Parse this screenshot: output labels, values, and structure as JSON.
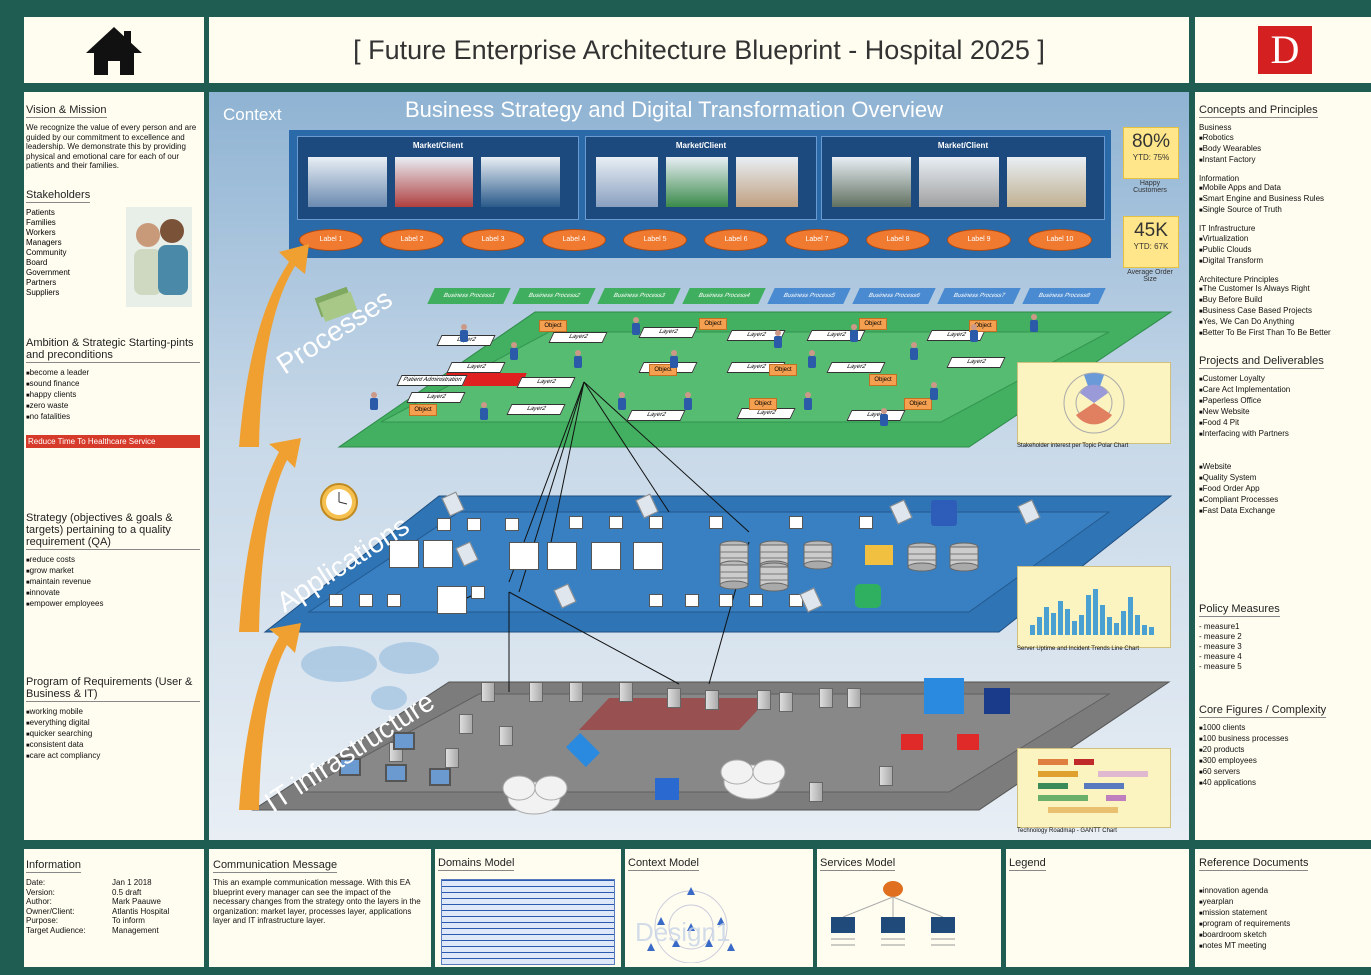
{
  "header": {
    "title": "[ Future Enterprise Architecture Blueprint - Hospital 2025 ]",
    "logo_letter": "D"
  },
  "left": {
    "vision_title": "Vision & Mission",
    "vision_text": "We recognize the value of every person and are guided by our commitment to excellence and leadership. We demonstrate this by providing physical and emotional care for each of our patients and their families.",
    "stakeholders_title": "Stakeholders",
    "stakeholders": [
      "Patients",
      "Families",
      "Workers",
      "Managers",
      "Community",
      "Board",
      "Government",
      "Partners",
      "Suppliers"
    ],
    "ambition_title": "Ambition & Strategic Starting-pints and preconditions",
    "ambition": [
      "become a leader",
      "sound finance",
      "happy clients",
      "zero waste",
      "no fatalities"
    ],
    "highlight": "Reduce Time To Healthcare Service",
    "strategy_title": "Strategy (objectives & goals & targets) pertaining to a quality requirement (QA)",
    "strategy": [
      "reduce costs",
      "grow market",
      "maintain revenue",
      "innovate",
      "empower employees"
    ],
    "program_title": "Program of Requirements (User & Business & IT)",
    "program": [
      "working mobile",
      "everything digital",
      "quicker searching",
      "consistent data",
      "care act compliancy"
    ]
  },
  "center": {
    "context_label": "Context",
    "title": "Business Strategy and Digital Transformation Overview",
    "market_label": "Market/Client",
    "labels": [
      "Label 1",
      "Label 2",
      "Label 3",
      "Label 4",
      "Label 5",
      "Label 6",
      "Label 7",
      "Label 8",
      "Label 9",
      "Label 10"
    ],
    "kpi1_value": "80%",
    "kpi1_ytd": "YTD: 75%",
    "kpi1_caption": "Happy Customers",
    "kpi2_value": "45K",
    "kpi2_ytd": "YTD: 67K",
    "kpi2_caption": "Average Order Size",
    "business_processes": [
      "Business Process1",
      "Business Process2",
      "Business Process3",
      "Business Process4",
      "Business Process5",
      "Business Process6",
      "Business Process7",
      "Business Process8"
    ],
    "layer_processes": "Processes",
    "layer_applications": "Applications",
    "layer_infrastructure": "IT infrastructure",
    "chart1_caption": "Stakeholder interest per Topic Polar Chart",
    "chart2_caption": "Server Uptime and Incident Trends Line Chart",
    "chart3_caption": "Technology Roadmap - GANTT Chart",
    "node_label": "Layer2",
    "object_label": "Object",
    "patient_label": "Patient Administration"
  },
  "right": {
    "concepts_title": "Concepts and Principles",
    "business_head": "Business",
    "business": [
      "Robotics",
      "Body Wearables",
      "Instant Factory"
    ],
    "information_head": "Information",
    "information": [
      "Mobile Apps and Data",
      "Smart Engine and Business Rules",
      "Single Source of Truth"
    ],
    "it_head": "IT Infrastructure",
    "it": [
      "Virtualization",
      "Public Clouds",
      "Digital Transform"
    ],
    "arch_head": "Architecture Principles",
    "arch": [
      "The Customer Is Always Right",
      "Buy Before Build",
      "Business Case Based Projects",
      "Yes, We Can Do Anything",
      "Better To Be First Than To Be Better"
    ],
    "projects_title": "Projects and Deliverables",
    "projects": [
      "Customer Loyalty",
      "Care Act Implementation",
      "Paperless Office",
      "New Website",
      "Food 4 Pit",
      "Interfacing with Partners"
    ],
    "projects2": [
      "Website",
      "Quality System",
      "Food Order App",
      "Compliant Processes",
      "Fast Data Exchange"
    ],
    "policy_title": "Policy Measures",
    "policy": [
      "measure1",
      "measure 2",
      "measure 3",
      "measure 4",
      "measure 5"
    ],
    "core_title": "Core Figures / Complexity",
    "core": [
      "1000 clients",
      "100 business processes",
      "20 products",
      "300 employees",
      "60 servers",
      "40 applications"
    ]
  },
  "bottom": {
    "info_title": "Information",
    "info": [
      {
        "k": "Date:",
        "v": "Jan 1 2018"
      },
      {
        "k": "Version:",
        "v": "0.5 draft"
      },
      {
        "k": "Author:",
        "v": "Mark Paauwe"
      },
      {
        "k": "Owner/Client:",
        "v": "Atlantis Hospital"
      },
      {
        "k": "Purpose:",
        "v": "To inform"
      },
      {
        "k": "Target Audience:",
        "v": "Management"
      }
    ],
    "comm_title": "Communication Message",
    "comm_text": "This an example communication message. With this EA blueprint every manager can see the impact of the necessary changes from the strategy onto the layers in the organization: market layer, processes layer, applications layer and IT infrastructure layer.",
    "domains_title": "Domains Model",
    "context_title": "Context Model",
    "context_watermark": "Design1",
    "services_title": "Services Model",
    "legend_title": "Legend",
    "ref_title": "Reference Documents",
    "refs": [
      "innovation agenda",
      "yearplan",
      "mission statement",
      "program of requirements",
      "boardroom sketch",
      "notes MT meeting"
    ]
  },
  "colors": {
    "frame": "#1f5c52",
    "panel": "#fffdf0",
    "process_green": "#4cb96a",
    "app_blue": "#2f74b5",
    "infra_gray": "#7d7d7d",
    "arrow_orange": "#f0a030",
    "red": "#e02020"
  }
}
